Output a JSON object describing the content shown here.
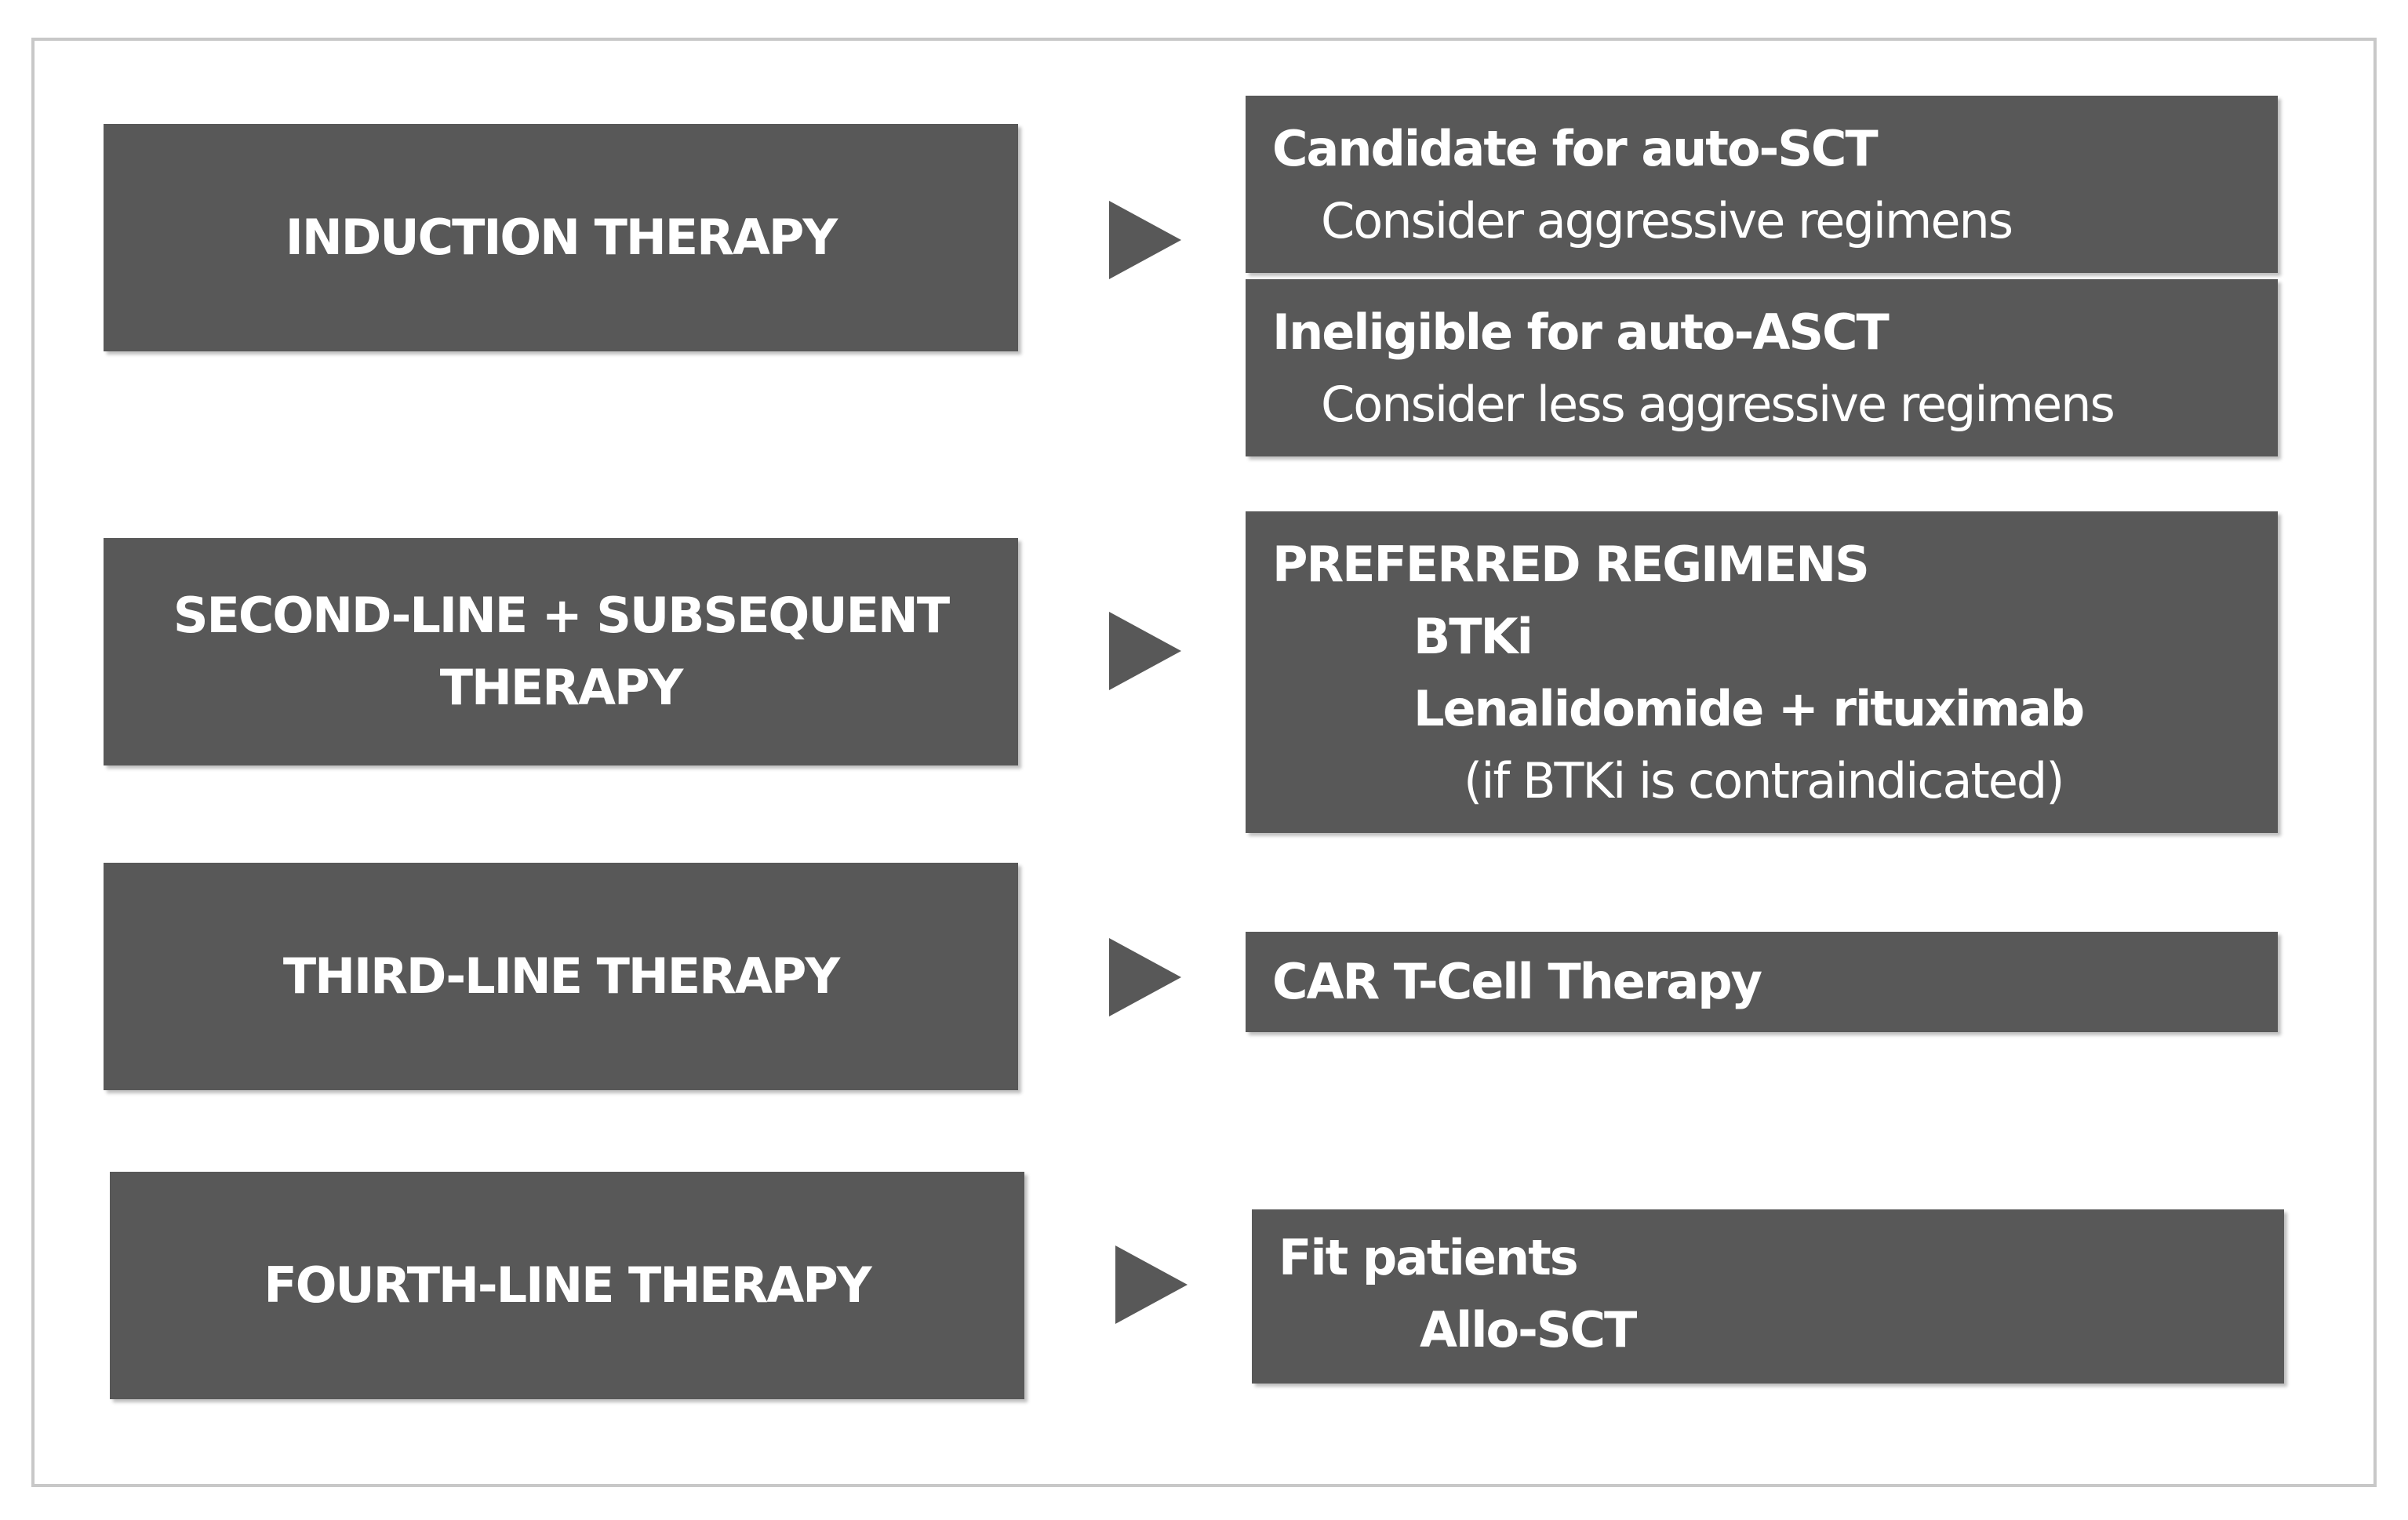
{
  "rows": [
    {
      "left": [
        "INDUCTION THERAPY"
      ],
      "right": [
        {
          "lines": [
            {
              "text": "Candidate for auto-SCT",
              "bold": true,
              "indent": 0
            },
            {
              "text": "Consider aggressive regimens",
              "bold": false,
              "indent": 1
            }
          ]
        },
        {
          "lines": [
            {
              "text": "Ineligible for auto-ASCT",
              "bold": true,
              "indent": 0
            },
            {
              "text": "Consider less aggressive regimens",
              "bold": false,
              "indent": 1
            }
          ]
        }
      ]
    },
    {
      "left": [
        "SECOND-LINE + SUBSEQUENT",
        "THERAPY"
      ],
      "right": [
        {
          "lines": [
            {
              "text": "PREFERRED REGIMENS",
              "bold": true,
              "indent": 0
            },
            {
              "text": "BTKi",
              "bold": true,
              "indent": 2
            },
            {
              "text": "Lenalidomide + rituximab",
              "bold": true,
              "indent": 2
            },
            {
              "text": "(if BTKi is contraindicated)",
              "bold": false,
              "indent": 3
            }
          ]
        }
      ]
    },
    {
      "left": [
        "THIRD-LINE THERAPY"
      ],
      "right": [
        {
          "lines": [
            {
              "text": "CAR T-Cell Therapy",
              "bold": true,
              "indent": 0
            }
          ]
        }
      ]
    },
    {
      "left": [
        "FOURTH-LINE THERAPY"
      ],
      "right": [
        {
          "lines": [
            {
              "text": "Fit patients",
              "bold": true,
              "indent": 0
            },
            {
              "text": "Allo-SCT",
              "bold": true,
              "indent": 2
            }
          ]
        }
      ]
    }
  ],
  "colors": {
    "box": "#585858",
    "text": "#ffffff",
    "frame": "#c8c8c8"
  }
}
